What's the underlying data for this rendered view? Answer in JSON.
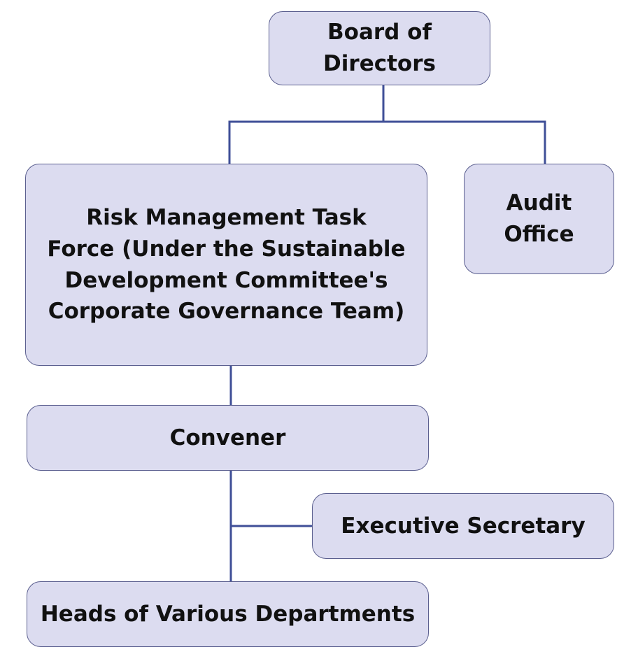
{
  "nodes": {
    "board": "Board of\nDirectors",
    "audit": "Audit\nOffice",
    "risk": "Risk Management Task\nForce (Under the Sustainable\nDevelopment Committee's\nCorporate Governance Team)",
    "convener": "Convener",
    "executive": "Executive Secretary",
    "heads": "Heads of Various Departments"
  },
  "colors": {
    "box_fill": "#dcdcf0",
    "box_border": "#5b5f8f",
    "connector": "#3f4f97",
    "text": "#111111"
  }
}
